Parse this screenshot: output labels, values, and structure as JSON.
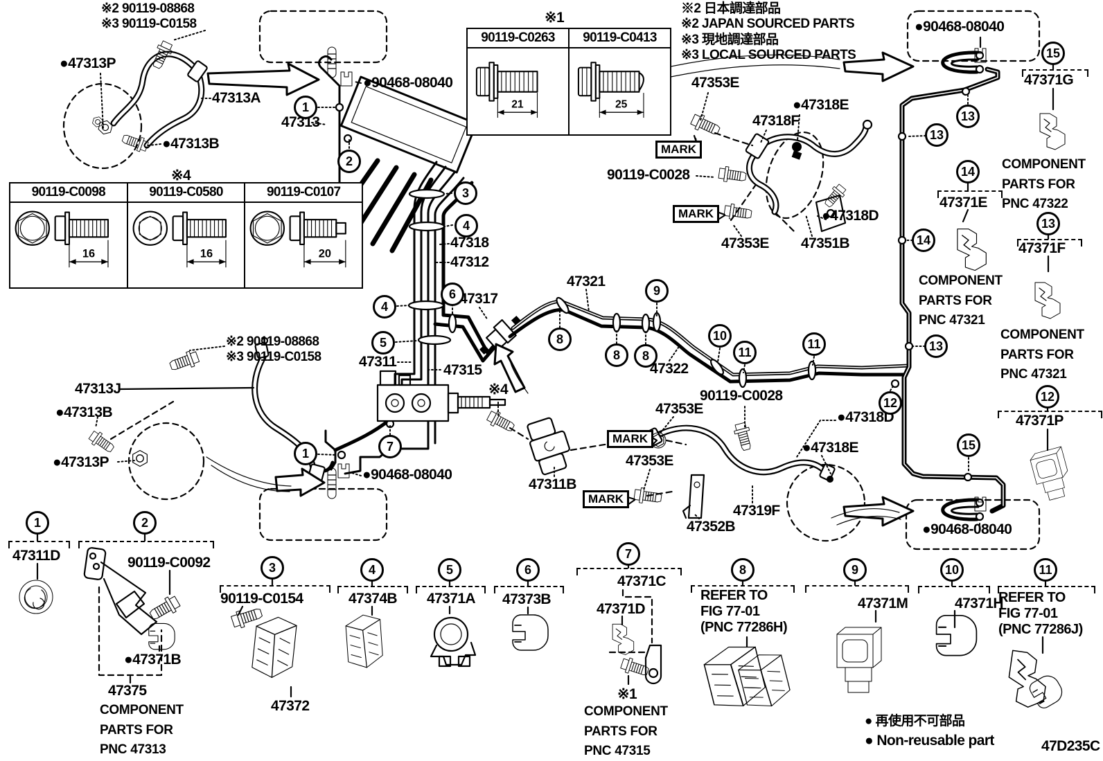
{
  "doc": {
    "code": "47D235C"
  },
  "legend": {
    "source_notes": "※2 日本調達部品\n※2 JAPAN SOURCED PARTS\n※3 現地調達部品\n※3 LOCAL SOURCED PARTS",
    "nonreusable_jp": "● 再使用不可部品",
    "nonreusable_en": "● Non-reusable part"
  },
  "tables": {
    "t1": {
      "mark": "※1",
      "cols": [
        {
          "pn": "90119-C0263",
          "dim": "21"
        },
        {
          "pn": "90119-C0413",
          "dim": "25"
        }
      ]
    },
    "t4": {
      "mark": "※4",
      "cols": [
        {
          "pn": "90119-C0098",
          "dim": "16"
        },
        {
          "pn": "90119-C0580",
          "dim": "16"
        },
        {
          "pn": "90119-C0107",
          "dim": "20"
        }
      ]
    }
  },
  "labels": {
    "note_90119": "※2 90119-08868\n※3 90119-C0158",
    "p47313P": "●47313P",
    "p47313A": "47313A",
    "p47313B": "●47313B",
    "p90468": "●90468-08040",
    "p47313": "47313",
    "p47318": "47318",
    "p47312": "47312",
    "p47317": "47317",
    "p47321": "47321",
    "p47311": "47311",
    "p47315": "47315",
    "p47313J": "47313J",
    "p47322": "47322",
    "p47353E": "47353E",
    "p47318E": "●47318E",
    "p47318F": "47318F",
    "p90119C0028": "90119-C0028",
    "p47351B": "47351B",
    "p47318D": "●47318D",
    "p47371G": "47371G",
    "comp_47322": "COMPONENT\nPARTS FOR\nPNC 47322",
    "p47371E": "47371E",
    "comp_47321": "COMPONENT\nPARTS FOR\nPNC 47321",
    "p47371F": "47371F",
    "p47371P": "47371P",
    "note4": "※4",
    "note1": "※1",
    "mark": "MARK",
    "p47311B": "47311B",
    "p47352B": "47352B",
    "p47319F": "47319F",
    "p47311D": "47311D",
    "p90119C0092": "90119-C0092",
    "p47371B": "●47371B",
    "p47375": "47375",
    "comp_47313": "COMPONENT\nPARTS FOR\nPNC 47313",
    "p90119C0154": "90119-C0154",
    "p47372": "47372",
    "p47374B": "47374B",
    "p47371A": "47371A",
    "p47373B": "47373B",
    "p47371C": "47371C",
    "p47371D": "47371D",
    "comp_47315": "COMPONENT\nPARTS FOR\nPNC 47315",
    "refer_h": "REFER TO\nFIG 77-01\n(PNC 77286H)",
    "refer_j": "REFER TO\nFIG 77-01\n(PNC 77286J)",
    "p47371M": "47371M",
    "p47371H": "47371H"
  },
  "callouts": {
    "c1": "1",
    "c2": "2",
    "c3": "3",
    "c4": "4",
    "c5": "5",
    "c6": "6",
    "c7": "7",
    "c8": "8",
    "c9": "9",
    "c10": "10",
    "c11": "11",
    "c12": "12",
    "c13": "13",
    "c14": "14",
    "c15": "15"
  }
}
